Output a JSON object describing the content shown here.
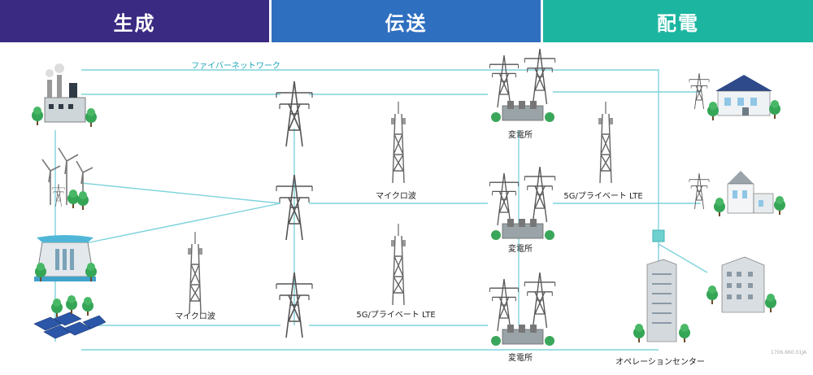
{
  "header": {
    "generation": "生成",
    "transmission": "伝送",
    "distribution": "配電"
  },
  "labels": {
    "fiber_network": "ファイバーネットワーク",
    "microwave_1": "マイクロ波",
    "microwave_2": "マイクロ波",
    "lte_1": "5G/プライベート LTE",
    "lte_2": "5G/プライベート LTE",
    "substation_1": "変電所",
    "substation_2": "変電所",
    "substation_3": "変電所",
    "ops_center": "オペレーションセンター",
    "doc_code": "1706.660.01JA"
  },
  "colors": {
    "generation": "#3b2a82",
    "transmission": "#2f6fc0",
    "distribution": "#1cb5a0",
    "line": "#7fd3dc",
    "tower": "#555555"
  }
}
